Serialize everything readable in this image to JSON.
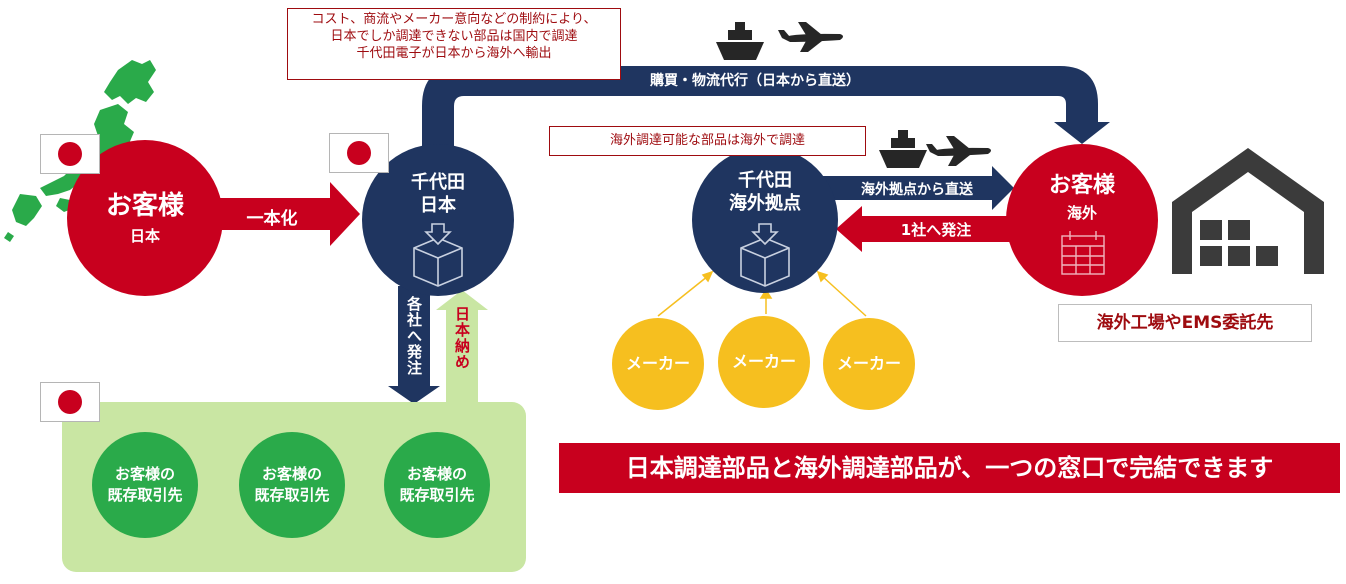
{
  "notes": {
    "top": [
      "コスト、商流やメーカー意向などの制約により、",
      "日本でしか調達できない部品は国内で調達",
      "千代田電子が日本から海外へ輸出"
    ],
    "overseas": "海外調達可能な部品は海外で調達"
  },
  "customer_japan": {
    "title": "お客様",
    "subtitle": "日本"
  },
  "chiyoda_japan": {
    "line1": "千代田",
    "line2": "日本"
  },
  "chiyoda_overseas": {
    "line1": "千代田",
    "line2": "海外拠点"
  },
  "customer_overseas": {
    "title": "お客様",
    "subtitle": "海外"
  },
  "arrows": {
    "unify": "一本化",
    "top_route": "購買・物流代行（日本から直送）",
    "direct": "海外拠点から直送",
    "order_one": "1社へ発注",
    "order_each": "各社へ発注",
    "deliver_japan": "日本納め"
  },
  "makers": [
    "メーカー",
    "メーカー",
    "メーカー"
  ],
  "partners": [
    {
      "line1": "お客様の",
      "line2": "既存取引先"
    },
    {
      "line1": "お客様の",
      "line2": "既存取引先"
    },
    {
      "line1": "お客様の",
      "line2": "既存取引先"
    }
  ],
  "factory_label": "海外工場やEMS委託先",
  "banner": "日本調達部品と海外調達部品が、一つの窓口で完結できます",
  "colors": {
    "red": "#c8001e",
    "navy": "#1f3560",
    "yellow": "#f6bf1f",
    "green": "#2aaa4a",
    "lightgreen": "#c9e6a3",
    "gray": "#3b3b3b"
  },
  "icons": [
    "japan-map-icon",
    "japan-flag-icon",
    "ship-icon",
    "airplane-icon",
    "box-icon",
    "calendar-icon",
    "factory-icon"
  ]
}
